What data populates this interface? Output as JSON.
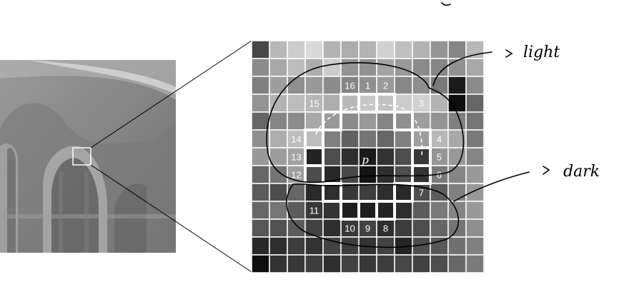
{
  "figure": {
    "center_label": "p",
    "ring_labels": [
      "1",
      "2",
      "3",
      "4",
      "5",
      "6",
      "7",
      "8",
      "9",
      "10",
      "11",
      "12",
      "13",
      "14",
      "15",
      "16"
    ],
    "annotation_light": "light",
    "annotation_dark": "dark",
    "grid_size": 13,
    "colors": {
      "ring_outline": "#ffffff",
      "ink": "#000000",
      "grid_line": "#ffffff"
    },
    "intensity_grid": [
      [
        0.28,
        0.72,
        0.8,
        0.85,
        0.7,
        0.68,
        0.7,
        0.82,
        0.75,
        0.7,
        0.58,
        0.52,
        0.72
      ],
      [
        0.55,
        0.66,
        0.74,
        0.68,
        0.8,
        0.58,
        0.57,
        0.64,
        0.6,
        0.55,
        0.52,
        0.57,
        0.66
      ],
      [
        0.5,
        0.62,
        0.56,
        0.6,
        0.55,
        0.52,
        0.56,
        0.6,
        0.53,
        0.56,
        0.48,
        0.1,
        0.55
      ],
      [
        0.58,
        0.7,
        0.74,
        0.72,
        0.68,
        0.72,
        0.78,
        0.76,
        0.8,
        0.82,
        0.7,
        0.05,
        0.4
      ],
      [
        0.4,
        0.52,
        0.55,
        0.66,
        0.6,
        0.54,
        0.6,
        0.52,
        0.56,
        0.62,
        0.58,
        0.5,
        0.46
      ],
      [
        0.56,
        0.68,
        0.74,
        0.74,
        0.5,
        0.38,
        0.46,
        0.4,
        0.5,
        0.62,
        0.72,
        0.66,
        0.48
      ],
      [
        0.6,
        0.62,
        0.64,
        0.14,
        0.3,
        0.18,
        0.1,
        0.2,
        0.3,
        0.22,
        0.58,
        0.6,
        0.52
      ],
      [
        0.4,
        0.46,
        0.62,
        0.3,
        0.16,
        0.28,
        0.08,
        0.18,
        0.3,
        0.2,
        0.48,
        0.52,
        0.6
      ],
      [
        0.36,
        0.3,
        0.4,
        0.16,
        0.18,
        0.22,
        0.24,
        0.18,
        0.16,
        0.3,
        0.36,
        0.5,
        0.6
      ],
      [
        0.4,
        0.46,
        0.36,
        0.22,
        0.2,
        0.12,
        0.12,
        0.14,
        0.18,
        0.36,
        0.48,
        0.52,
        0.6
      ],
      [
        0.34,
        0.32,
        0.36,
        0.26,
        0.18,
        0.22,
        0.26,
        0.18,
        0.24,
        0.3,
        0.4,
        0.46,
        0.56
      ],
      [
        0.16,
        0.18,
        0.24,
        0.2,
        0.26,
        0.24,
        0.2,
        0.26,
        0.14,
        0.3,
        0.34,
        0.44,
        0.5
      ],
      [
        0.06,
        0.2,
        0.22,
        0.24,
        0.18,
        0.26,
        0.22,
        0.24,
        0.28,
        0.26,
        0.3,
        0.4,
        0.48
      ]
    ],
    "ring_cells": [
      [
        6,
        3
      ],
      [
        7,
        3
      ],
      [
        8,
        3
      ],
      [
        9,
        4
      ],
      [
        10,
        5
      ],
      [
        10,
        6
      ],
      [
        10,
        7
      ],
      [
        9,
        8
      ],
      [
        8,
        9
      ],
      [
        7,
        9
      ],
      [
        6,
        9
      ],
      [
        5,
        9
      ],
      [
        4,
        8
      ],
      [
        3,
        7
      ],
      [
        3,
        6
      ],
      [
        3,
        5
      ],
      [
        3,
        4
      ],
      [
        4,
        4
      ],
      [
        5,
        3
      ]
    ],
    "thumbnail_tones": {
      "base": "#8c8c8c",
      "light": "#b4b4b4",
      "dark": "#545454",
      "band": "#d2d2d2"
    }
  }
}
